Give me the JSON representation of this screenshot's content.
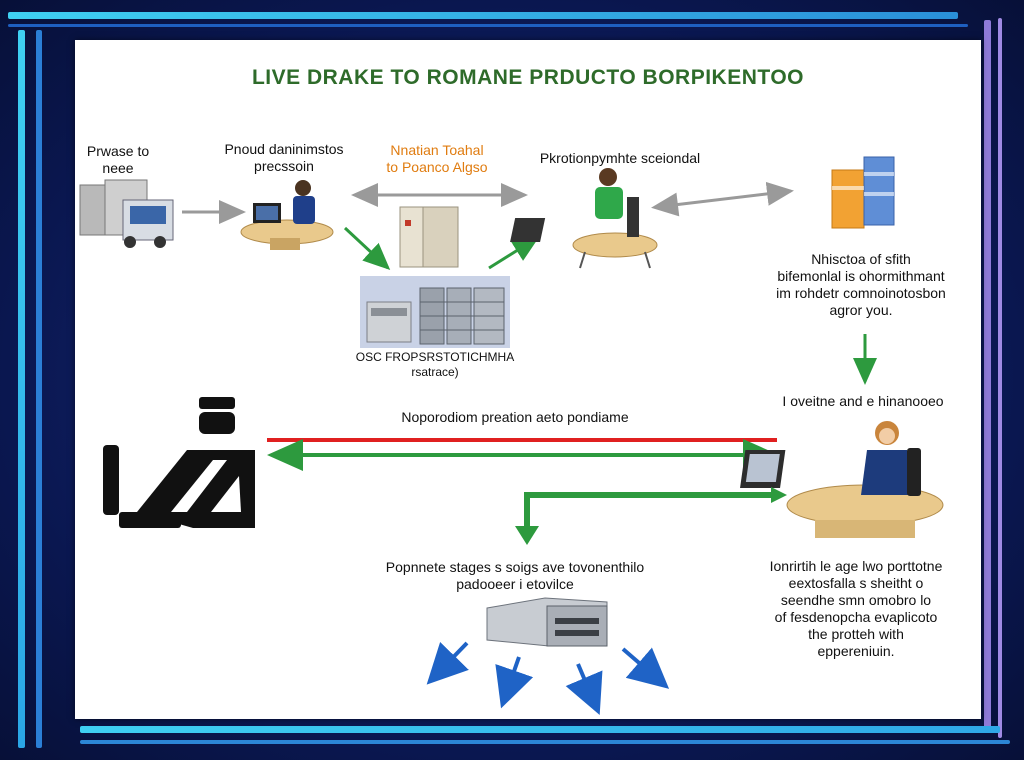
{
  "title": "LIVE DRAKE TO ROMANE PRDUCTO BORPIKENTOO",
  "labels": {
    "top_left": "Prwase to\nneee",
    "product_desk": "Pnoud daninimstos\nprecssoin",
    "orange_note": "Nnatian Toahal\nto Poanco Algso",
    "operator_station": "Pkrotionpymhte sceiondal",
    "materials_note": "Nhisctoa of sfith\nbifemonlal is ohormithmant\nim rohdetr comnoinotosbon\nagror you.",
    "server_caption": "OSC FROPSRSTOTICHMHA\nrsatrace)",
    "flow_label": "Noporodiom preation aeto pondiame",
    "overview_label": "I oveitne and e hinanooeo",
    "stages_label": "Popnnete stages s soigs ave tovonenthilo\npadooeer i etovilce",
    "right_note": "Ionrirtih le age lwo porttotne\neextosfalla s sheitht o\nseendhe smn omobro lo\nof fesdenopcha evaplicoto\nthe protteh with\neppereniuin."
  },
  "colors": {
    "title": "#2e6b2a",
    "red_line": "#e02020",
    "green_line": "#2d9a3e",
    "blue_arrow": "#1f63c6",
    "gray_arrow": "#9a9a9a",
    "orange_text": "#e07c10"
  }
}
